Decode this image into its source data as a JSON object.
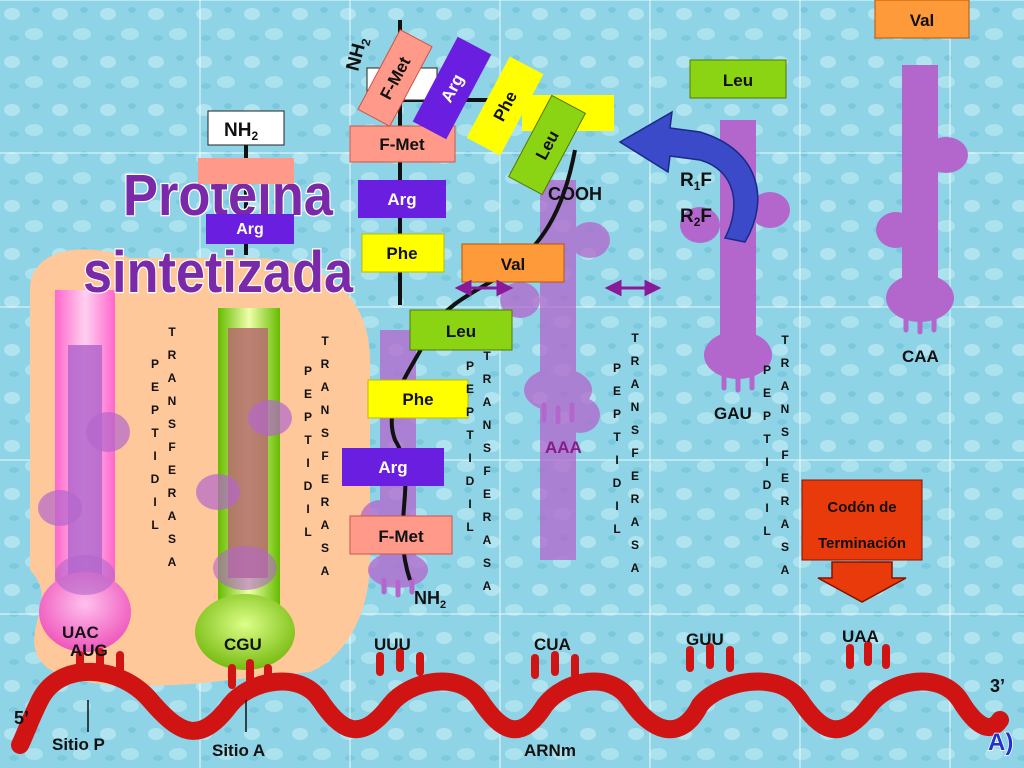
{
  "colors": {
    "background": "#8fd4e6",
    "mrna": "#d01414",
    "trna_purple": "#b366cc",
    "ribosome": "#ffc89a",
    "title_text": "#7a2aa8",
    "fmet": "#ff9a8a",
    "arg": "#6a1ee0",
    "phe": "#ffff00",
    "leu": "#8ad414",
    "val": "#ff9a3a",
    "stop_box": "#e83a0a",
    "arrow_blue": "#3a4ac8"
  },
  "title": {
    "line1": "Proteína",
    "line2": "sintetizada"
  },
  "mrna": {
    "label": "ARNm",
    "five_prime": "5’",
    "three_prime": "3’"
  },
  "sites": {
    "p": "Sitio P",
    "a": "Sitio A"
  },
  "codons": [
    "AUG",
    "CGU",
    "UUU",
    "CUA",
    "GUU",
    "UAA"
  ],
  "anticodons": [
    "UAC",
    "AAA",
    "GAU",
    "CAA"
  ],
  "amino_acids": {
    "fmet": "F-Met",
    "arg": "Arg",
    "phe": "Phe",
    "leu": "Leu",
    "val": "Val"
  },
  "chain_ends": {
    "nh2": "NH",
    "nh2_sub": "2",
    "cooh": "COOH"
  },
  "release": {
    "r1": "R",
    "r1_sub": "1",
    "r1_tail": "F",
    "r2": "R",
    "r2_sub": "2",
    "r2_tail": "F"
  },
  "enzyme_label": {
    "peptidil": "PEPTIDIL",
    "transferasa": "TRANSFERASA"
  },
  "stop_codon_label": {
    "line1": "Codón de",
    "line2": "Terminación"
  },
  "logo_text": "A)"
}
